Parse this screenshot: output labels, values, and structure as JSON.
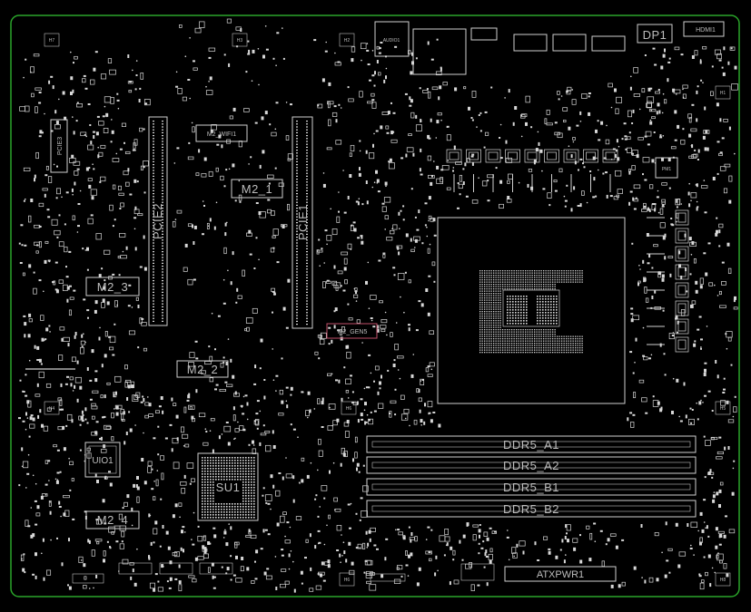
{
  "colors": {
    "background": "#000000",
    "board_edge": "#2aa52a",
    "silkscreen": "#d0d0d0",
    "highlight": "#c0506a"
  },
  "labels": {
    "pcie1": "PCIE1",
    "pcie2": "PCIE2",
    "pcie3": "PCIE3",
    "m2_wifi1": "M2_WIFI1",
    "m2_1": "M2_1",
    "m2_2": "M2_2",
    "m2_3": "M2_3",
    "m2_4": "M2_4",
    "m2_gen5": "M2_GEN5",
    "ddr5_a1": "DDR5_A1",
    "ddr5_a2": "DDR5_A2",
    "ddr5_b1": "DDR5_B1",
    "ddr5_b2": "DDR5_B2",
    "atxpwr1": "ATXPWR1",
    "su1": "SU1",
    "uio1": "UIO1",
    "dp1": "DP1",
    "hdmi1": "HDMI1",
    "audio1": "AUDIO1",
    "pm1": "PM1",
    "h1": "H1",
    "h2": "H2",
    "h3": "H3",
    "h4": "H4",
    "h5": "H5",
    "h6": "H6",
    "h7": "H7",
    "h8": "H8"
  }
}
